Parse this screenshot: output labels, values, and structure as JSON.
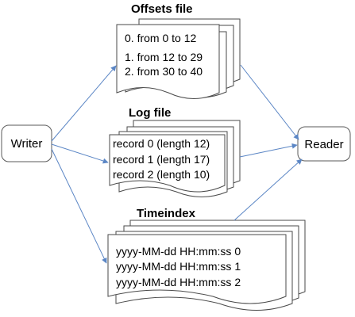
{
  "nodes": {
    "writer": "Writer",
    "reader": "Reader"
  },
  "documents": {
    "offsets": {
      "title": "Offsets file",
      "lines": [
        "0. from 0 to 12",
        "1. from 12 to 29",
        "2. from 30 to 40"
      ]
    },
    "log": {
      "title": "Log file",
      "lines": [
        "record 0 (length 12)",
        "record 1 (length 17)",
        "record 2 (length 10)"
      ]
    },
    "timeindex": {
      "title": "Timeindex",
      "lines": [
        "yyyy-MM-dd HH:mm:ss  0",
        "yyyy-MM-dd HH:mm:ss  1",
        "yyyy-MM-dd HH:mm:ss  2"
      ]
    }
  },
  "colors": {
    "arrow": "#5b86c5",
    "page_border": "#4a4a4a",
    "text": "#000000"
  }
}
